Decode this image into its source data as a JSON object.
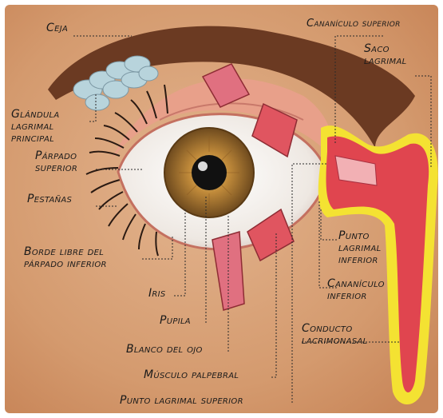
{
  "labels": {
    "ceja": "Ceja",
    "cananiculo_superior": "Cananículo superior",
    "saco_lagrimal": [
      "Saco",
      "lagrimal"
    ],
    "glandula": [
      "Glándula",
      "lagrimal",
      "principal"
    ],
    "parpado_superior": [
      "Párpado",
      "superior"
    ],
    "pestanas": "Pestañas",
    "borde_libre": [
      "Borde libre del",
      "párpado inferior"
    ],
    "iris": "Iris",
    "pupila": "Pupila",
    "blanco": "Blanco del ojo",
    "musculo": "Músculo palpebral",
    "punto_superior": "Punto lagrimal superior",
    "punto_inferior": [
      "Punto",
      "lagrimal",
      "inferior"
    ],
    "cananiculo_inferior": [
      "Cananículo",
      "inferior"
    ],
    "conducto": [
      "Conducto",
      "lacrimonasal"
    ]
  },
  "colors": {
    "skin": "#d49a6e",
    "iris": "#a6702a",
    "duct": "#e0454f",
    "duct_outline": "#f4e232",
    "muscle": "#e05560",
    "gland": "#b8d4dc"
  }
}
